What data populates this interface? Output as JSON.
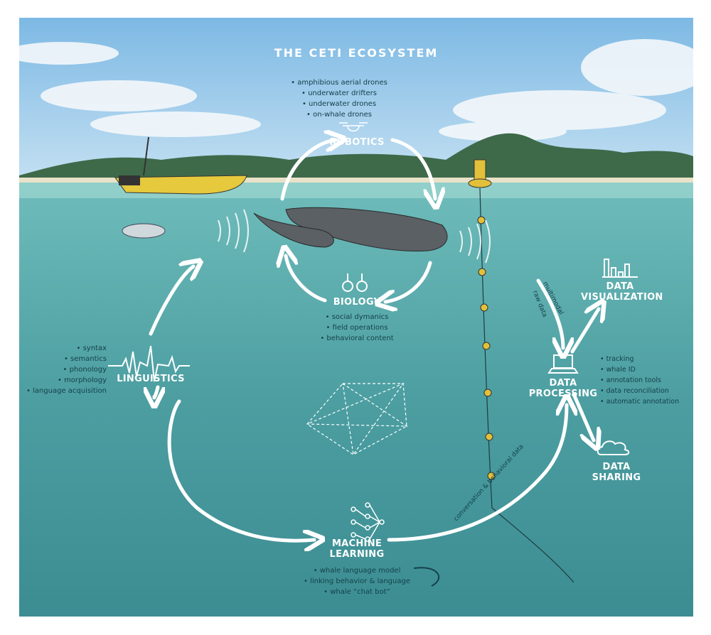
{
  "title": "THE CETI ECOSYSTEM",
  "nodes": {
    "robotics": {
      "label": "ROBOTICS",
      "items": [
        "amphibious aerial drones",
        "underwater drifters",
        "underwater drones",
        "on-whale drones"
      ]
    },
    "biology": {
      "label": "BIOLOGY",
      "items": [
        "social dymanics",
        "field operations",
        "behavioral content"
      ]
    },
    "linguistics": {
      "label": "LINGUISTICS",
      "items": [
        "syntax",
        "semantics",
        "phonology",
        "morphology",
        "language acquisition"
      ]
    },
    "machine_learning": {
      "label_1": "MACHINE",
      "label_2": "LEARNING",
      "items": [
        "whale language model",
        "linking behavior & language",
        "whale “chat bot”"
      ]
    },
    "data_processing": {
      "label_1": "DATA",
      "label_2": "PROCESSING",
      "items": [
        "tracking",
        "whale ID",
        "annotation tools",
        "data reconciliation",
        "automatic annotation"
      ]
    },
    "data_visualization": {
      "label_1": "DATA",
      "label_2": "VISUALIZATION"
    },
    "data_sharing": {
      "label_1": "DATA",
      "label_2": "SHARING"
    }
  },
  "edge_labels": {
    "multimodal": "multimodal",
    "raw_data": "raw data",
    "conversation": "conversation & behavioral data"
  },
  "colors": {
    "sky": "#8ec5e8",
    "sea": "#4fa3a5",
    "text_dark": "#15414a",
    "white": "#ffffff"
  }
}
